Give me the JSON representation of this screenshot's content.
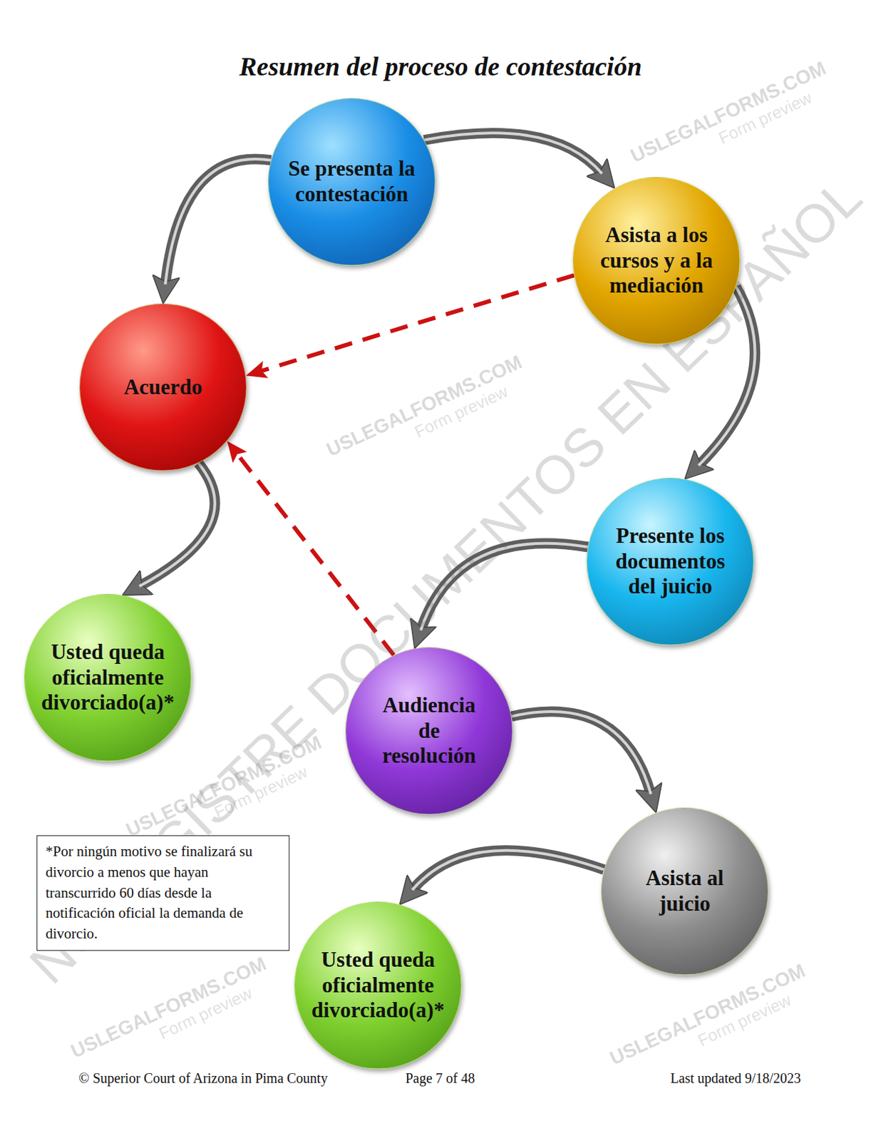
{
  "diagram": {
    "title": "Resumen del proceso de contestación",
    "nodes": [
      {
        "text": [
          "Se presenta la contestación"
        ]
      },
      {
        "text": [
          "Asista a los cursos y a la mediación"
        ]
      },
      {
        "text": [
          "Acuerdo"
        ]
      },
      {
        "text": [
          "Usted queda oficialmente divorciado(a)*"
        ]
      },
      {
        "text": [
          "Presente los documentos del juicio"
        ]
      },
      {
        "text": [
          "Audiencia de resolución"
        ]
      },
      {
        "text": [
          "Asista al juicio"
        ]
      },
      {
        "text": [
          "Usted queda oficialmente divorciado(a)*"
        ]
      },
      {
        "text": [
          "*Por ningún motivo se finalizará su divorcio a menos que hayan transcurrido 60 días desde la notificación oficial la demanda de divorcio."
        ]
      }
    ],
    "edges": [
      {
        "from": 0,
        "to": 2,
        "arrow": "to"
      },
      {
        "from": 0,
        "to": 1,
        "arrow": "to"
      },
      {
        "from": 1,
        "to": 4,
        "arrow": "to"
      },
      {
        "from": 1,
        "to": 2,
        "arrow": "to"
      },
      {
        "from": 2,
        "to": 3,
        "arrow": "to"
      },
      {
        "from": 4,
        "to": 5,
        "arrow": "to"
      },
      {
        "from": 5,
        "to": 2,
        "arrow": "to"
      },
      {
        "from": 5,
        "to": 6,
        "arrow": "to"
      },
      {
        "from": 6,
        "to": 7,
        "arrow": "to"
      }
    ],
    "labels": [
      "© Superior Court of Arizona in Pima County",
      "Page 7 of 48",
      "Last updated 9/18/2023",
      "NO REGISTRE DOCUMENTOS EN ESPAÑOL",
      "USLEGALFORMS.COM",
      "Form preview",
      "USLEGALFORMS.COM",
      "Form preview",
      "USLEGALFORMS.COM",
      "Form preview",
      "USLEGALFORMS.COM",
      "Form preview",
      "USLEGALFORMS.COM",
      "Form preview"
    ]
  }
}
